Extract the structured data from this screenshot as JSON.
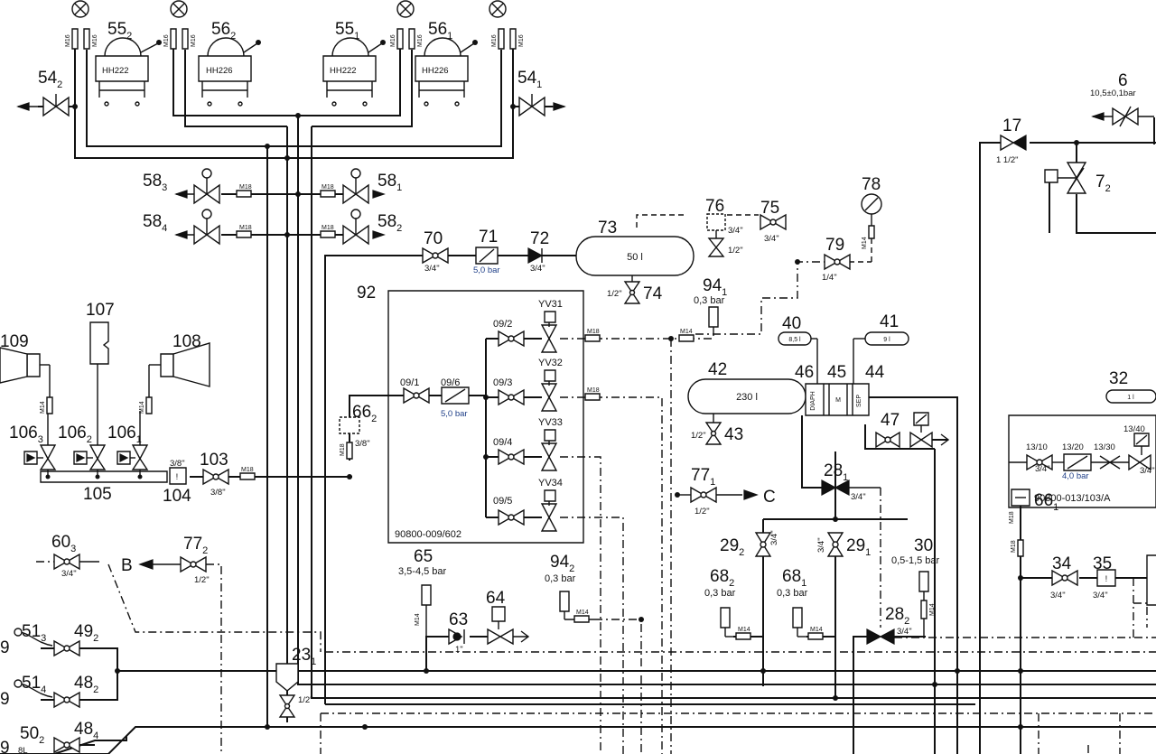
{
  "diagram": {
    "colors": {
      "line": "#111111",
      "note": "#1f3f88",
      "background": "#ffffff"
    },
    "tags": {
      "t55_2": {
        "base": "55",
        "sub": "2"
      },
      "t56_2": {
        "base": "56",
        "sub": "2"
      },
      "t55_1": {
        "base": "55",
        "sub": "1"
      },
      "t56_1": {
        "base": "56",
        "sub": "1"
      },
      "t54_2": {
        "base": "54",
        "sub": "2"
      },
      "t54_1": {
        "base": "54",
        "sub": "1"
      },
      "t58_3": {
        "base": "58",
        "sub": "3"
      },
      "t58_1": {
        "base": "58",
        "sub": "1"
      },
      "t58_4": {
        "base": "58",
        "sub": "4"
      },
      "t58_2": {
        "base": "58",
        "sub": "2"
      },
      "t66_2": {
        "base": "66",
        "sub": "2"
      },
      "t66_1": {
        "base": "66",
        "sub": "1"
      },
      "t106_3": {
        "base": "106",
        "sub": "3"
      },
      "t106_2": {
        "base": "106",
        "sub": "2"
      },
      "t106_1": {
        "base": "106",
        "sub": "1"
      },
      "t60_3": {
        "base": "60",
        "sub": "3"
      },
      "t77_2": {
        "base": "77",
        "sub": "2"
      },
      "t77_1": {
        "base": "77",
        "sub": "1"
      },
      "t94_1": {
        "base": "94",
        "sub": "1"
      },
      "t94_2": {
        "base": "94",
        "sub": "2"
      },
      "t28_1": {
        "base": "28",
        "sub": "1"
      },
      "t28_2": {
        "base": "28",
        "sub": "2"
      },
      "t29_2": {
        "base": "29",
        "sub": "2"
      },
      "t29_1": {
        "base": "29",
        "sub": "1"
      },
      "t68_2": {
        "base": "68",
        "sub": "2"
      },
      "t68_1": {
        "base": "68",
        "sub": "1"
      },
      "t23_1": {
        "base": "23",
        "sub": "1"
      },
      "t51_3": {
        "base": "51",
        "sub": "3"
      },
      "t49_2": {
        "base": "49",
        "sub": "2"
      },
      "t51_4": {
        "base": "51",
        "sub": "4"
      },
      "t48_2": {
        "base": "48",
        "sub": "2"
      },
      "t50_2": {
        "base": "50",
        "sub": "2"
      },
      "t48_4": {
        "base": "48",
        "sub": "4"
      },
      "t7_2": {
        "base": "7",
        "sub": "2"
      }
    },
    "labels": {
      "l6": "6",
      "l17": "17",
      "l70": "70",
      "l71": "71",
      "l72": "72",
      "l73": "73",
      "l74": "74",
      "l75": "75",
      "l76": "76",
      "l78": "78",
      "l79": "79",
      "l92": "92",
      "l107": "107",
      "l108": "108",
      "l109": "109",
      "l103": "103",
      "l104": "104",
      "l105": "105",
      "l40": "40",
      "l41": "41",
      "l42": "42",
      "l43": "43",
      "l44": "44",
      "l45": "45",
      "l46": "46",
      "l47": "47",
      "l30": "30",
      "l32": "32",
      "l34": "34",
      "l35": "35",
      "l63": "63",
      "l64": "64",
      "l65": "65",
      "l_b": "B",
      "l_c": "C",
      "l_9a": "9",
      "l_9b": "9",
      "l_9c": "9",
      "l_8l": "8L"
    },
    "texts": {
      "hh222_a": "HH222",
      "hh226_a": "HH226",
      "hh222_b": "HH222",
      "hh226_b": "HH226",
      "tank73": "50 l",
      "tank42": "230 l",
      "cap40": "8,5 l",
      "cap41": "9 l",
      "cap32": "1 l",
      "code_box92": "90800-009/602",
      "code_box13": "90800-013/103/A",
      "v09_1": "09/1",
      "v09_6": "09/6",
      "v09_2": "09/2",
      "v09_3": "09/3",
      "v09_4": "09/4",
      "v09_5": "09/5",
      "yv31": "YV31",
      "yv32": "YV32",
      "yv33": "YV33",
      "yv34": "YV34",
      "v13_10": "13/10",
      "v13_20": "13/20",
      "v13_30": "13/30",
      "v13_40": "13/40",
      "p5_0a": "5,0 bar",
      "p5_0b": "5,0 bar",
      "p4_0": "4,0 bar",
      "p10_5": "10,5±0,1bar",
      "p0_3a": "0,3 bar",
      "p0_3b": "0,3 bar",
      "p0_3c": "0,3 bar",
      "p0_3d": "0,3 bar",
      "p3_5": "3,5-4,5 bar",
      "p0_5": "0,5-1,5 bar",
      "s3_4a": "3/4\"",
      "s3_4b": "3/4\"",
      "s3_4c": "3/4\"",
      "s3_4d": "3/4\"",
      "s3_4e": "3/4\"",
      "s3_4f": "3/4\"",
      "s3_4g": "3/4\"",
      "s3_4h": "3/4\"",
      "s3_4i": "3/4\"",
      "s3_4j": "3/4\"",
      "s3_4k": "3/4\"",
      "s3_4l": "3/4\"",
      "s3_4m": "3/4\"",
      "s1_2a": "1/2\"",
      "s1_2b": "1/2\"",
      "s1_2c": "1/2\"",
      "s1_2d": "1/2\"",
      "s1_2e": "1/2\"",
      "s1_2f": "1/2\"",
      "s1_4": "1/4\"",
      "s1_1_2": "1 1/2\"",
      "s3_8a": "3/8\"",
      "s3_8b": "3/8\"",
      "s3_8c": "3/8\"",
      "s1in": "1\"",
      "m18a": "M18",
      "m18b": "M18",
      "m18c": "M18",
      "m18d": "M18",
      "m18e": "M18",
      "m18f": "M18",
      "m18g": "M18",
      "m18h": "M18",
      "m18i": "M18",
      "m18j": "M18",
      "m14a": "M14",
      "m14b": "M14",
      "m14c": "M14",
      "m14d": "M14",
      "m14e": "M14",
      "m14f": "M14",
      "m14g": "M14",
      "m14h": "M14",
      "m14i": "M14",
      "m16a": "M16",
      "m16b": "M16",
      "m16c": "M16",
      "m16d": "M16",
      "m16e": "M16",
      "m16f": "M16",
      "m16g": "M16",
      "m16h": "M16"
    }
  }
}
